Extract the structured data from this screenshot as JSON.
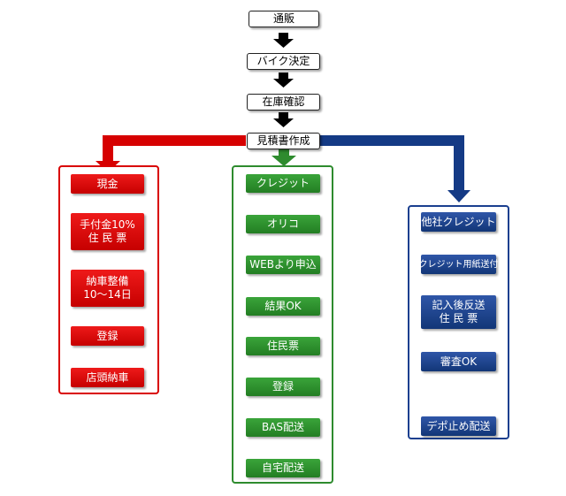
{
  "top_steps": [
    "通販",
    "バイク決定",
    "在庫確認",
    "見積書作成"
  ],
  "cash_flow": {
    "steps": [
      {
        "lines": [
          "現金"
        ]
      },
      {
        "lines": [
          "手付金10%",
          "住 民 票"
        ]
      },
      {
        "lines": [
          "納車整備",
          "10～14日"
        ]
      },
      {
        "lines": [
          "登録"
        ]
      },
      {
        "lines": [
          "店頭納車"
        ]
      }
    ]
  },
  "credit_flow": {
    "steps": [
      {
        "lines": [
          "クレジット"
        ]
      },
      {
        "lines": [
          "オリコ"
        ]
      },
      {
        "lines": [
          "WEBより申込"
        ]
      },
      {
        "lines": [
          "結果OK"
        ]
      },
      {
        "lines": [
          "住民票"
        ]
      },
      {
        "lines": [
          "登録"
        ]
      },
      {
        "lines": [
          "BAS配送"
        ]
      },
      {
        "lines": [
          "自宅配送"
        ]
      }
    ]
  },
  "other_credit_flow": {
    "steps": [
      {
        "lines": [
          "他社クレジット"
        ]
      },
      {
        "lines": [
          "クレジット用紙送付"
        ]
      },
      {
        "lines": [
          "記入後反送",
          "住 民 票"
        ]
      },
      {
        "lines": [
          "審査OK"
        ]
      },
      {
        "lines": [
          "デポ止め配送"
        ]
      }
    ]
  },
  "colors": {
    "cash": "#d90000",
    "credit": "#2e8b2e",
    "other_credit": "#1a3f8f",
    "connector": "#000000"
  }
}
